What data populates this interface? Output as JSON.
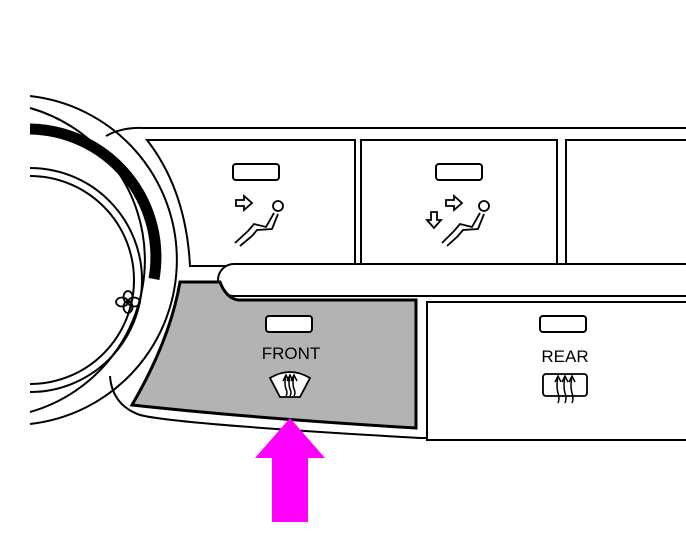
{
  "panel": {
    "buttons": {
      "face_vent": {
        "icon": "face-vent-icon",
        "indicator": "off"
      },
      "bilevel_vent": {
        "icon": "bilevel-vent-icon",
        "indicator": "off"
      },
      "front_defrost": {
        "label": "FRONT",
        "icon": "windshield-defrost-icon",
        "indicator": "off",
        "highlighted": true
      },
      "rear_defrost": {
        "label": "REAR",
        "icon": "rear-window-defrost-icon",
        "indicator": "off"
      }
    },
    "fan_dial": {
      "icon": "fan-icon"
    }
  },
  "callout": {
    "icon": "pointer-arrow-icon",
    "color": "#ff00ff",
    "target": "front_defrost"
  },
  "colors": {
    "highlight_fill": "#b3b3b3",
    "outline": "#000000",
    "background": "#ffffff",
    "arrow": "#ff00ff"
  }
}
